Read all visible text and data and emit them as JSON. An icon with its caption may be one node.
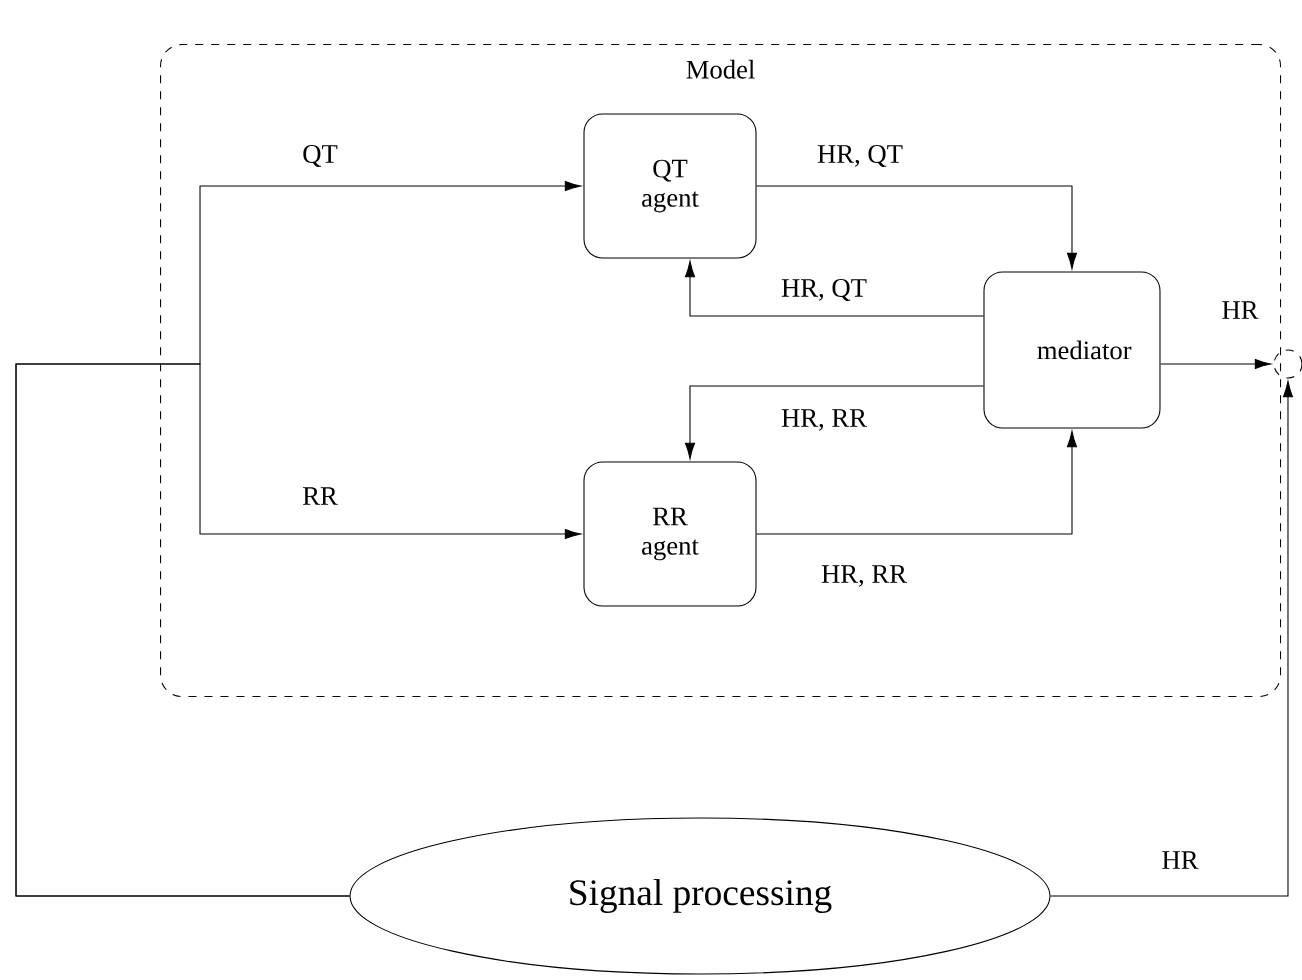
{
  "diagram": {
    "nodes": [
      {
        "text": [
          "Model"
        ]
      },
      {
        "text": [
          "QT agent"
        ],
        "in": 0
      },
      {
        "text": [
          "mediator"
        ],
        "in": 0
      },
      {
        "text": [
          "RR agent"
        ],
        "in": 0
      },
      {
        "text": [],
        "shape": "circle"
      },
      {
        "text": [
          "Signal processing"
        ]
      }
    ],
    "edges": [
      {
        "from": 5,
        "to": 1,
        "arrow": "to",
        "label": "QT"
      },
      {
        "from": 5,
        "to": 3,
        "arrow": "to",
        "label": "RR"
      },
      {
        "from": 1,
        "to": 2,
        "arrow": "to",
        "label": "HR, QT"
      },
      {
        "from": 2,
        "to": 1,
        "arrow": "to",
        "label": "HR, QT"
      },
      {
        "from": 2,
        "to": 3,
        "arrow": "to",
        "label": "HR, RR"
      },
      {
        "from": 3,
        "to": 2,
        "arrow": "to",
        "label": "HR, RR"
      },
      {
        "from": 2,
        "to": 4,
        "arrow": "to",
        "label": "HR"
      },
      {
        "from": 5,
        "to": 4,
        "arrow": "to",
        "label": "HR"
      }
    ]
  }
}
